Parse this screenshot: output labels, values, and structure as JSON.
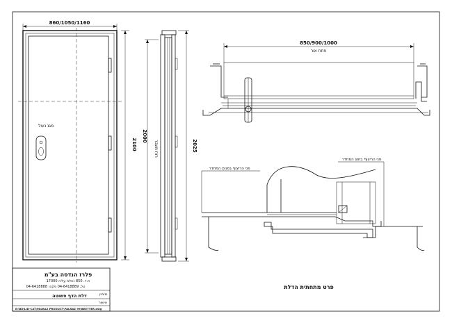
{
  "front_view": {
    "width_dim": "860/1050/1160",
    "height_dim": "2100",
    "handle_label": "מגנ נעול"
  },
  "side_view": {
    "clear_height": "2000",
    "clear_label": "רוח מעבר",
    "total_height": "2025"
  },
  "plan_view": {
    "width_dim": "850/900/1000",
    "width_label": "פתח אור"
  },
  "detail_view": {
    "label_left": "פני הריצוף בפנים המחדר",
    "label_right": "פני הריצוף בחוץ המחדר",
    "caption": "פרט מתחתית הדלת"
  },
  "title_block": {
    "company": "פלרז הנדסה בע\"מ",
    "address": "ת.ד. 850 נחלת עליה 17000",
    "phone": "טל. 04-6418889 פקס. 04-6418888",
    "client_label": "מזמין",
    "product": "דלת הדף פשוטה",
    "approver_label": "אישור",
    "footer": "E:\\BD\\LID-CAT\\PALRAZ PRODUCT\\PALRAZ 99\\BEETTER.dwg"
  }
}
